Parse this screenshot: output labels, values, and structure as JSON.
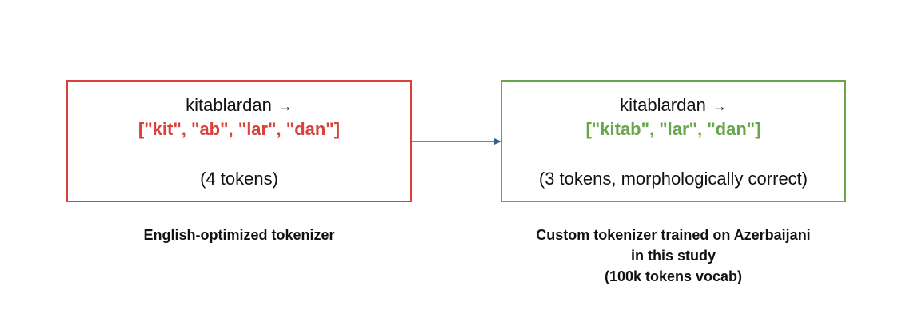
{
  "left_panel": {
    "word": "kitablardan",
    "arrow": "→",
    "tokens": "[\"kit\", \"ab\", \"lar\", \"dan\"]",
    "count": "(4 tokens)",
    "caption": "English-optimized tokenizer",
    "border_color": "#d9413a",
    "token_color": "#d9413a"
  },
  "right_panel": {
    "word": "kitablardan",
    "arrow": "→",
    "tokens": "[\"kitab\", \"lar\", \"dan\"]",
    "count": "(3 tokens, morphologically correct)",
    "caption_lines": [
      "Custom tokenizer trained on Azerbaijani",
      "in this study",
      "(100k tokens vocab)"
    ],
    "border_color": "#67a64a",
    "token_color": "#67a64a"
  },
  "connector": {
    "color": "#3b5f82"
  }
}
